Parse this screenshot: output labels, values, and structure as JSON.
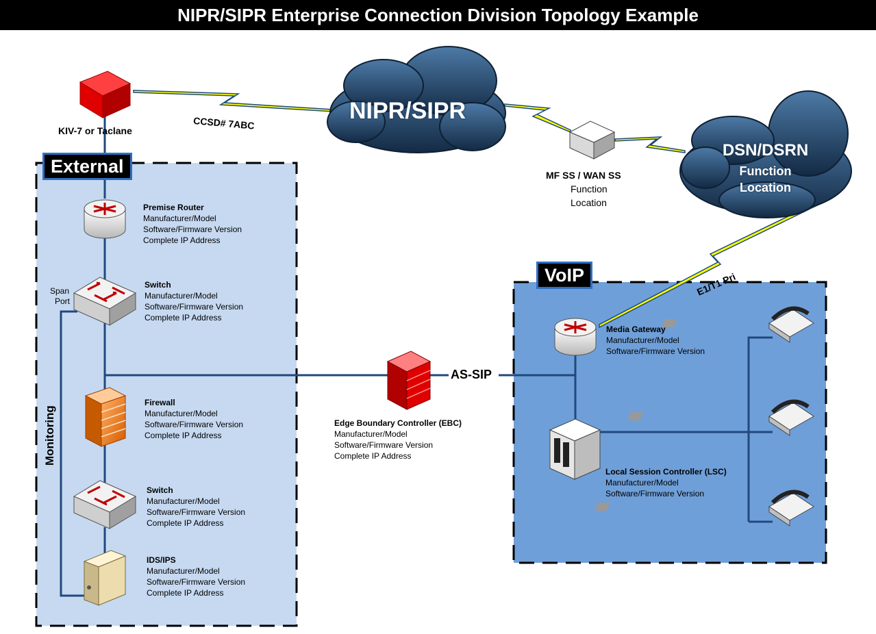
{
  "title": "NIPR/SIPR Enterprise Connection Division Topology Example",
  "zones": {
    "external": "External",
    "voip": "VoIP"
  },
  "clouds": {
    "nipr": "NIPR/SIPR",
    "dsn_line1": "DSN/DSRN",
    "dsn_line2": "Function",
    "dsn_line3": "Location"
  },
  "crypto": {
    "label": "KIV-7 or Taclane"
  },
  "links": {
    "ccsd": "CCSD# 7ABC",
    "e1t1": "E1/T1 Pri",
    "assip": "AS-SIP",
    "monitoring": "Monitoring",
    "span_line1": "Span",
    "span_line2": "Port"
  },
  "mfss": {
    "title": "MF SS / WAN SS",
    "line1": "Function",
    "line2": "Location"
  },
  "devices": {
    "premise_router": {
      "title": "Premise Router",
      "l1": "Manufacturer/Model",
      "l2": "Software/Firmware Version",
      "l3": "Complete IP Address"
    },
    "switch1": {
      "title": "Switch",
      "l1": "Manufacturer/Model",
      "l2": "Software/Firmware Version",
      "l3": "Complete IP Address"
    },
    "firewall": {
      "title": "Firewall",
      "l1": "Manufacturer/Model",
      "l2": "Software/Firmware Version",
      "l3": "Complete IP Address"
    },
    "switch2": {
      "title": "Switch",
      "l1": "Manufacturer/Model",
      "l2": "Software/Firmware Version",
      "l3": "Complete IP Address"
    },
    "ids": {
      "title": "IDS/IPS",
      "l1": "Manufacturer/Model",
      "l2": "Software/Firmware Version",
      "l3": "Complete IP Address"
    },
    "ebc": {
      "title": "Edge Boundary Controller (EBC)",
      "l1": "Manufacturer/Model",
      "l2": "Software/Firmware Version",
      "l3": "Complete IP Address"
    },
    "media_gateway": {
      "title": "Media Gateway",
      "l1": "Manufacturer/Model",
      "l2": "Software/Firmware Version"
    },
    "lsc": {
      "title": "Local Session Controller (LSC)",
      "l1": "Manufacturer/Model",
      "l2": "Software/Firmware Version"
    }
  },
  "colors": {
    "external_fill": "#c6d9f1",
    "voip_fill": "#6f9fd8",
    "link_line": "#1f497d",
    "crypto": "#ff0000",
    "firewall": "#e36c0a",
    "router_red": "#c00000",
    "lightning": "#ffff00",
    "cloud": "#1f3b5c"
  }
}
